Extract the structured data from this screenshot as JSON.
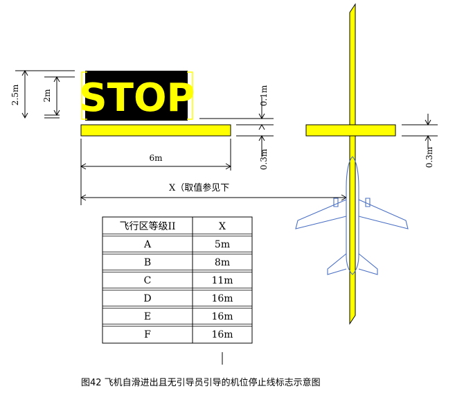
{
  "sign": {
    "text": "STOP",
    "height_total_label": "2.5m",
    "height_sign_label": "2m"
  },
  "dimensions": {
    "gap_label": "0.1m",
    "bar_thickness_left_label": "0.3m",
    "bar_thickness_right_label": "0.3m",
    "bar_length_label": "6m",
    "x_label": "X（取值参见下"
  },
  "table": {
    "headers": [
      "飞行区等级II",
      "X"
    ],
    "rows": [
      [
        "A",
        "5m"
      ],
      [
        "B",
        "8m"
      ],
      [
        "C",
        "11m"
      ],
      [
        "D",
        "16m"
      ],
      [
        "E",
        "16m"
      ],
      [
        "F",
        "16m"
      ]
    ]
  },
  "caption": "图42    飞机自滑进出且无引导员引导的机位停止线标志示意图",
  "colors": {
    "marking_yellow": "#ffff00",
    "sign_background": "#000000",
    "sign_text": "#ffff00",
    "aircraft_outline": "#4a6fc4"
  }
}
